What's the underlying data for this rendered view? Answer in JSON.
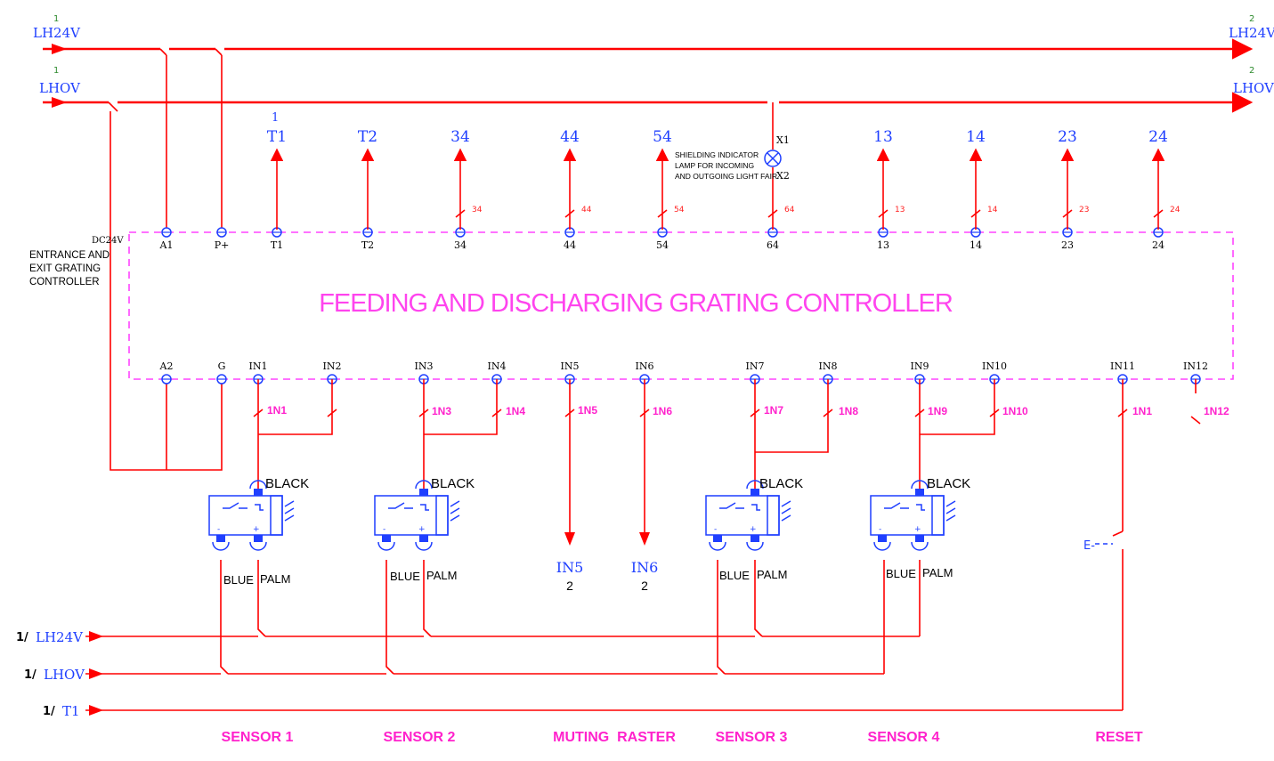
{
  "rails": {
    "lh24v_left": "LH24V",
    "lh24v_left_num": "1",
    "lh24v_right": "LH24V",
    "lh24v_right_num": "2",
    "lh0v_left": "LHOV",
    "lh0v_left_num": "1",
    "lh0v_right": "LHOV",
    "lh0v_right_num": "2"
  },
  "top_outputs": [
    {
      "label": "T1",
      "num": "1"
    },
    {
      "label": "T2"
    },
    {
      "label": "34",
      "tag": "34"
    },
    {
      "label": "44",
      "tag": "44"
    },
    {
      "label": "54",
      "tag": "54"
    },
    {
      "label": "13",
      "tag": "13"
    },
    {
      "label": "14",
      "tag": "14"
    },
    {
      "label": "23",
      "tag": "23"
    },
    {
      "label": "24",
      "tag": "24"
    }
  ],
  "lamp": {
    "x1": "X1",
    "x2": "X2",
    "tag": "64",
    "desc_lines": [
      "SHIELDING INDICATOR",
      "LAMP FOR INCOMING",
      "AND OUTGOING LIGHT FAIR"
    ]
  },
  "controller": {
    "title": "FEEDING AND DISCHARGING GRATING CONTROLLER",
    "voltage": "DC24V",
    "side_label_lines": [
      "ENTRANCE AND",
      "EXIT GRATING",
      "CONTROLLER"
    ],
    "top_terminals": [
      "A1",
      "P+",
      "T1",
      "T2",
      "34",
      "44",
      "54",
      "64",
      "13",
      "14",
      "23",
      "24"
    ],
    "bottom_terminals": [
      "A2",
      "G",
      "IN1",
      "IN2",
      "IN3",
      "IN4",
      "IN5",
      "IN6",
      "IN7",
      "IN8",
      "IN9",
      "IN10",
      "IN11",
      "IN12"
    ]
  },
  "input_tags": [
    "1N1",
    "1N3",
    "1N4",
    "1N5",
    "1N6",
    "1N7",
    "1N8",
    "1N9",
    "1N10",
    "1N1",
    "1N12"
  ],
  "sensor_wires": {
    "black": "BLACK",
    "blue": "BLUE",
    "palm": "PALM"
  },
  "muting_outputs": [
    {
      "label": "IN5",
      "num": "2"
    },
    {
      "label": "IN6",
      "num": "2"
    }
  ],
  "reset_switch": "E-",
  "bottom_rails": [
    {
      "prefix": "1/",
      "label": "LH24V"
    },
    {
      "prefix": "1/",
      "label": "LHOV"
    },
    {
      "prefix": "1/",
      "label": "T1"
    }
  ],
  "captions": [
    "SENSOR 1",
    "SENSOR 2",
    "MUTING  RASTER",
    "SENSOR 3",
    "SENSOR 4",
    "RESET"
  ],
  "colors": {
    "wire": "#ff0000",
    "terminal": "#1f3fff",
    "controller_box": "#ff44ff",
    "caption": "#ff22cc"
  }
}
